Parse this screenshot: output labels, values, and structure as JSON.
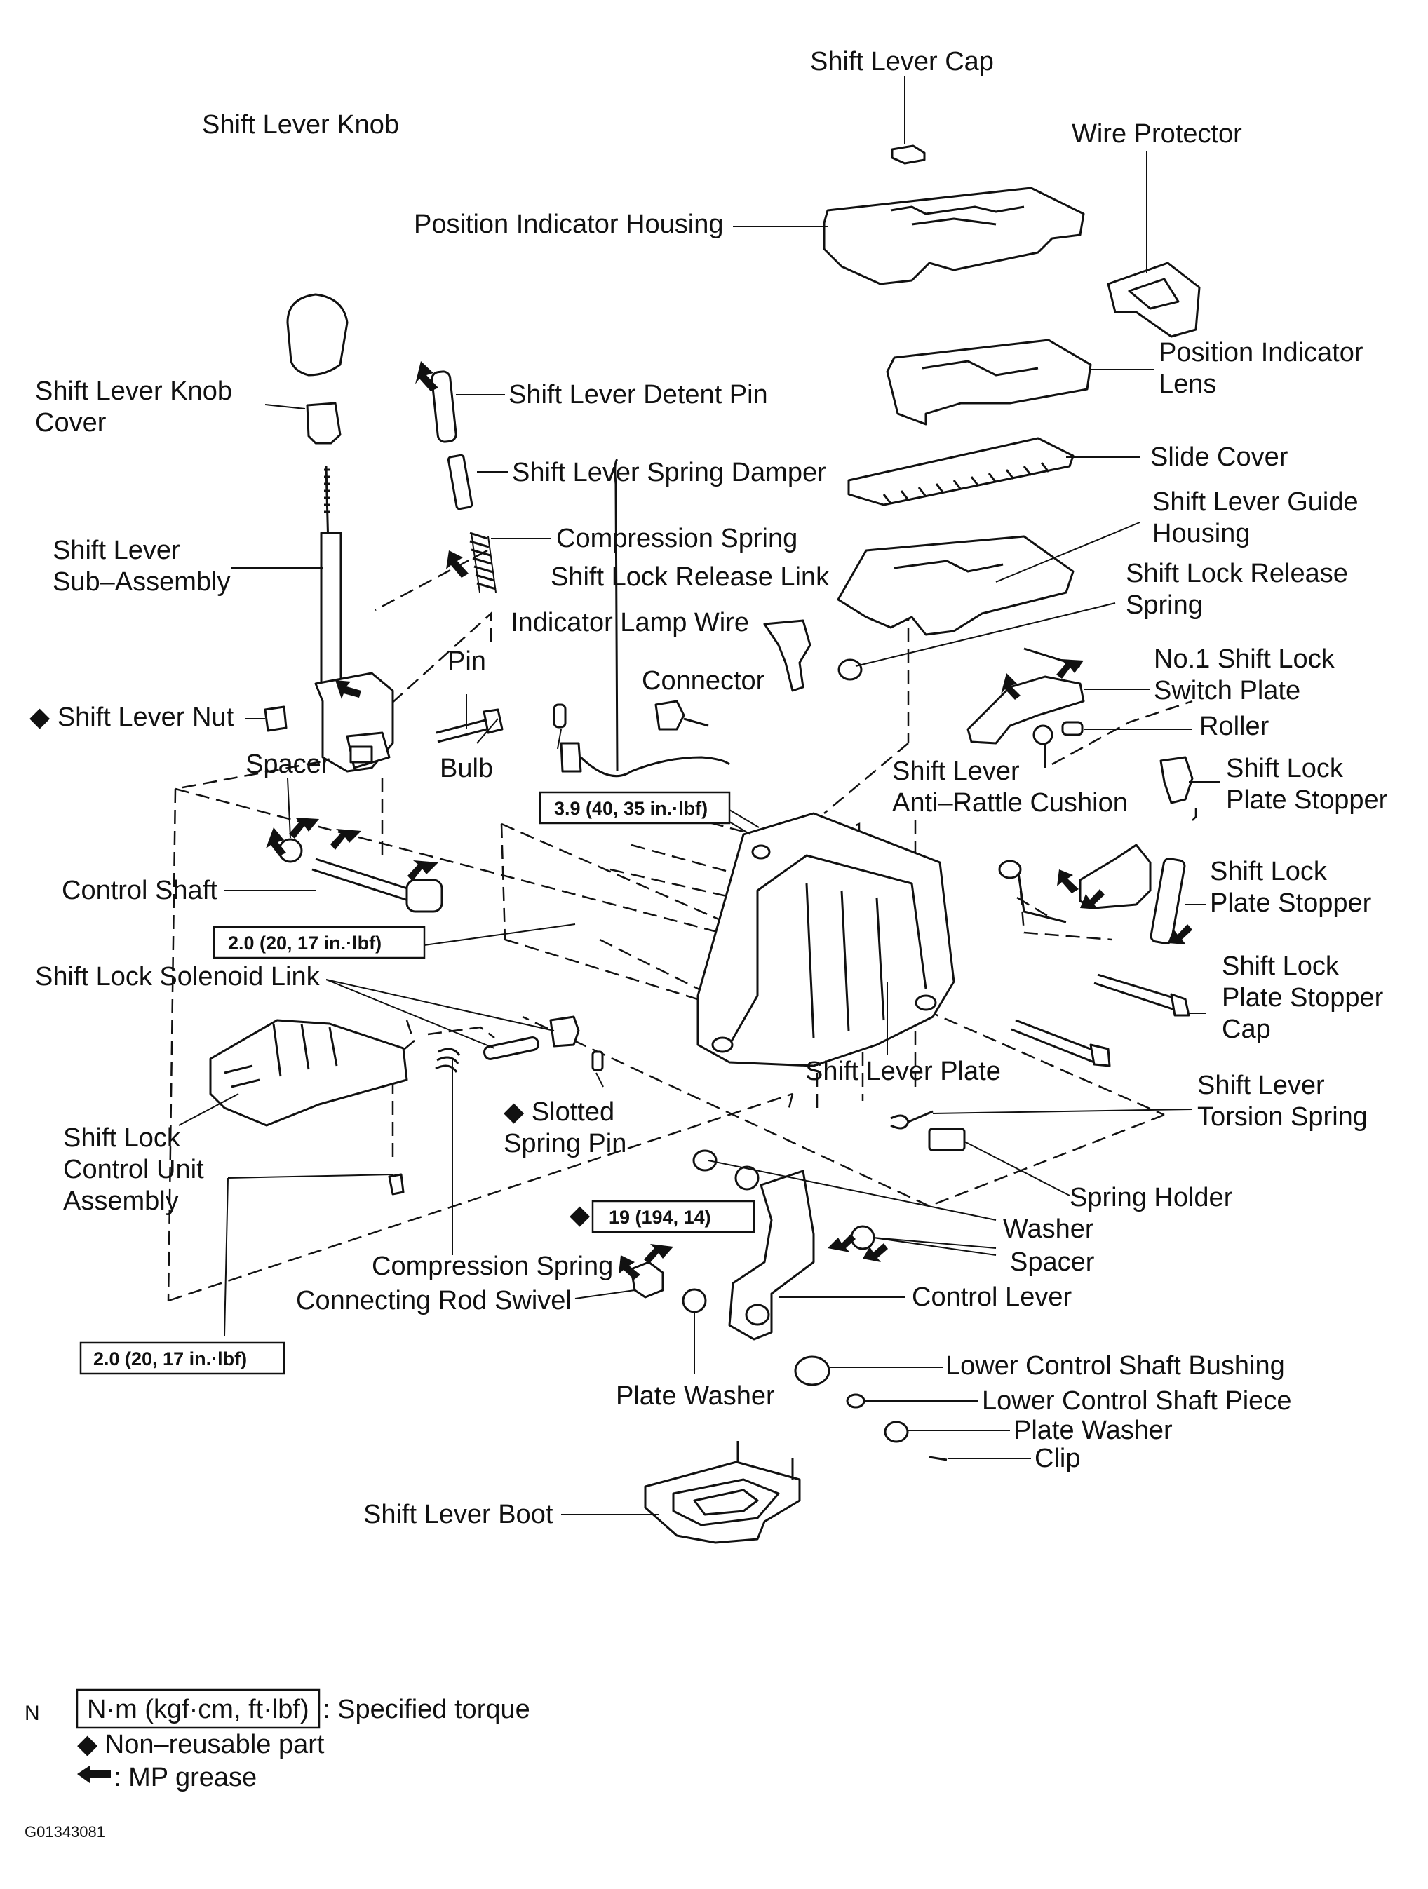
{
  "labels": {
    "shift_lever_cap": "Shift Lever Cap",
    "shift_lever_knob": "Shift Lever Knob",
    "wire_protector": "Wire Protector",
    "position_indicator_housing": "Position Indicator Housing",
    "position_indicator_lens_1": "Position Indicator",
    "position_indicator_lens_2": "Lens",
    "shift_lever_knob_cover_1": "Shift Lever Knob",
    "shift_lever_knob_cover_2": "Cover",
    "shift_lever_detent_pin": "Shift Lever Detent Pin",
    "slide_cover": "Slide Cover",
    "shift_lever_spring_damper": "Shift Lever Spring Damper",
    "shift_lever_guide_housing_1": "Shift Lever Guide",
    "shift_lever_guide_housing_2": "Housing",
    "compression_spring_upper": "Compression Spring",
    "shift_lever_sub_assembly_1": "Shift Lever",
    "shift_lever_sub_assembly_2": "Sub–Assembly",
    "shift_lock_release_link": "Shift Lock Release Link",
    "shift_lock_release_spring_1": "Shift Lock Release",
    "shift_lock_release_spring_2": "Spring",
    "indicator_lamp_wire": "Indicator Lamp Wire",
    "pin": "Pin",
    "connector": "Connector",
    "no1_shift_lock_switch_plate_1": "No.1 Shift Lock",
    "no1_shift_lock_switch_plate_2": "Switch Plate",
    "shift_lever_nut": "Shift Lever Nut",
    "roller": "Roller",
    "spacer_upper": "Spacer",
    "bulb": "Bulb",
    "anti_rattle_cushion_1": "Shift Lever",
    "anti_rattle_cushion_2": "Anti–Rattle Cushion",
    "shift_lock_plate_stopper_a_1": "Shift Lock",
    "shift_lock_plate_stopper_a_2": "Plate Stopper",
    "shift_lock_plate_stopper_b_1": "Shift Lock",
    "shift_lock_plate_stopper_b_2": "Plate Stopper",
    "control_shaft": "Control Shaft",
    "shift_lock_plate_stopper_cap_1": "Shift Lock",
    "shift_lock_plate_stopper_cap_2": "Plate Stopper",
    "shift_lock_plate_stopper_cap_3": "Cap",
    "shift_lock_solenoid_link": "Shift Lock Solenoid Link",
    "shift_lever_plate": "Shift Lever Plate",
    "slotted_spring_pin_1": "Slotted",
    "slotted_spring_pin_2": "Spring Pin",
    "shift_lever_torsion_spring_1": "Shift Lever",
    "shift_lever_torsion_spring_2": "Torsion Spring",
    "shift_lock_control_unit_1": "Shift Lock",
    "shift_lock_control_unit_2": "Control Unit",
    "shift_lock_control_unit_3": "Assembly",
    "spring_holder": "Spring Holder",
    "washer": "Washer",
    "spacer_lower": "Spacer",
    "compression_spring_lower": "Compression Spring",
    "connecting_rod_swivel": "Connecting Rod Swivel",
    "control_lever": "Control Lever",
    "lower_control_shaft_bushing": "Lower Control Shaft Bushing",
    "plate_washer_left": "Plate Washer",
    "lower_control_shaft_piece": "Lower Control Shaft Piece",
    "plate_washer_right": "Plate Washer",
    "clip": "Clip",
    "shift_lever_boot": "Shift Lever Boot"
  },
  "torques": {
    "t_3_9": "3.9 (40, 35 in.·lbf)",
    "t_2_0_upper": "2.0 (20, 17 in.·lbf)",
    "t_19": "19 (194, 14)",
    "t_2_0_lower": "2.0 (20, 17 in.·lbf)"
  },
  "legend": {
    "prefix": "N",
    "torque_box": "N·m (kgf·cm, ft·lbf)",
    "torque_text": ": Specified torque",
    "non_reusable": "Non–reusable part",
    "grease": ": MP grease"
  },
  "diagram_code": "G01343081"
}
